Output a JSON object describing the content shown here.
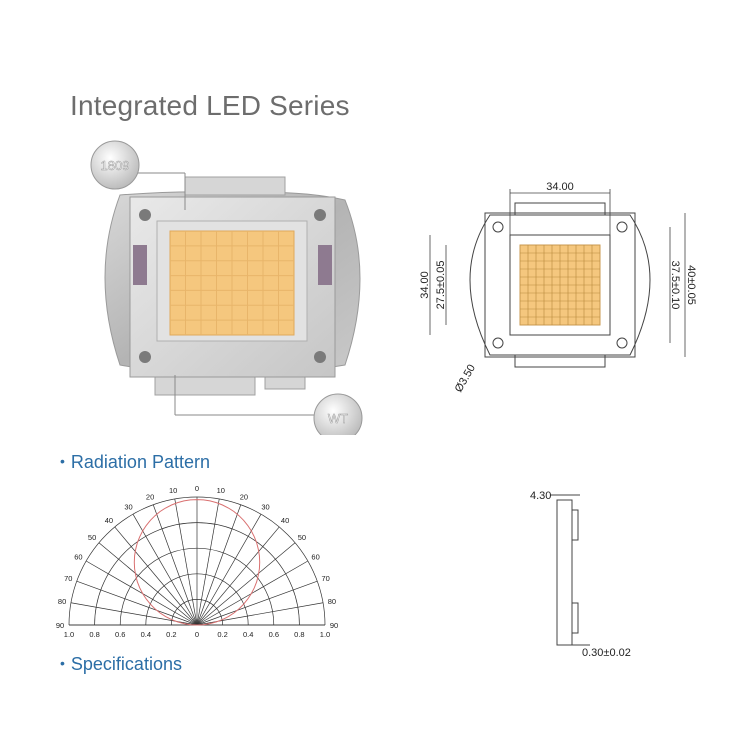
{
  "title": "Integrated LED Series",
  "sections": {
    "radiation_pattern": "Radiation Pattern",
    "specifications": "Specifications"
  },
  "badges": {
    "top": "1809",
    "bottom": "WT"
  },
  "dimensions": {
    "top_width": "34.00",
    "left_height": "34.00",
    "chip_height": "27.5±0.05",
    "mount_spacing": "37.5±0.10",
    "overall_height": "40±0.05",
    "hole_diameter": "Ø3.50",
    "thickness": "4.30",
    "base_thickness": "0.30±0.02"
  },
  "polar": {
    "angle_labels": [
      "0",
      "10",
      "20",
      "30",
      "40",
      "50",
      "60",
      "70",
      "80",
      "90"
    ],
    "radius_labels": [
      "1.0",
      "0.8",
      "0.6",
      "0.4",
      "0.2",
      "0",
      "0.2",
      "0.4",
      "0.6",
      "0.8",
      "1.0"
    ]
  },
  "colors": {
    "title": "#6d6d6d",
    "accent": "#2c6ea6",
    "led_yellow": "#f5c77e",
    "pattern_curve": "#d97070"
  }
}
